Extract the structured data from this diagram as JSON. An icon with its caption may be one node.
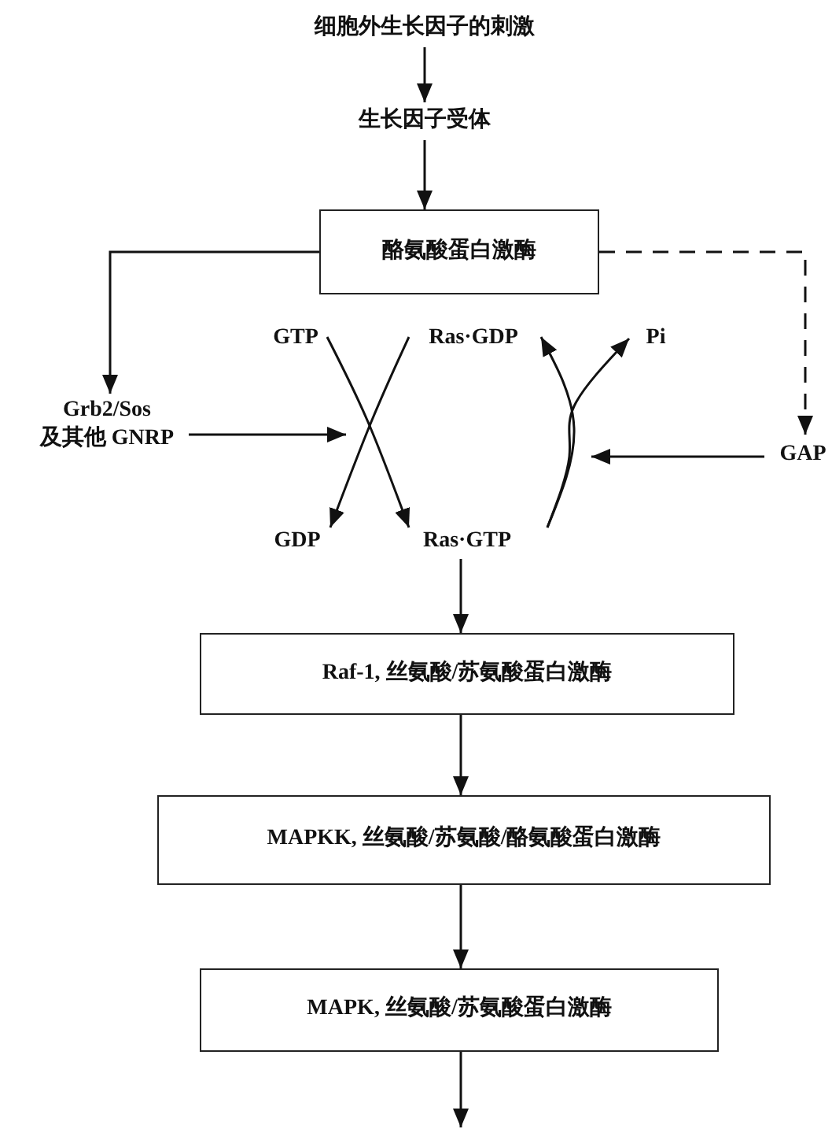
{
  "diagram": {
    "nodes": [
      {
        "text": [
          "细胞外生长因子的刺激"
        ]
      },
      {
        "text": [
          "生长因子受体"
        ]
      },
      {
        "text": [
          "酪氨酸蛋白激酶"
        ]
      },
      {
        "text": [
          "Grb2/Sos 及其他 GNRP"
        ]
      },
      {
        "text": [
          "GTP"
        ]
      },
      {
        "text": [
          "Ras·GDP"
        ]
      },
      {
        "text": [
          "Pi"
        ]
      },
      {
        "text": [
          "GAP"
        ]
      },
      {
        "text": [
          "GDP"
        ]
      },
      {
        "text": [
          "Ras·GTP"
        ]
      },
      {
        "text": [
          "Raf-1, 丝氨酸/苏氨酸蛋白激酶"
        ]
      },
      {
        "text": [
          "MAPKK, 丝氨酸/苏氨酸/酪氨酸蛋白激酶"
        ]
      },
      {
        "text": [
          "MAPK, 丝氨酸/苏氨酸蛋白激酶"
        ]
      }
    ],
    "edges": [
      {
        "from": 0,
        "to": 1,
        "arrow": "to"
      },
      {
        "from": 1,
        "to": 2,
        "arrow": "to"
      },
      {
        "from": 2,
        "to": 3,
        "arrow": "to"
      },
      {
        "from": 2,
        "to": 7,
        "arrow": "to",
        "style": "dashed"
      },
      {
        "from": 4,
        "to": 9,
        "arrow": "to"
      },
      {
        "from": 5,
        "to": 8,
        "arrow": "to"
      },
      {
        "from": 3,
        "to": null,
        "arrow": "to"
      },
      {
        "from": 9,
        "to": 5,
        "arrow": "to"
      },
      {
        "from": 9,
        "to": 6,
        "arrow": "to"
      },
      {
        "from": 7,
        "to": null,
        "arrow": "to"
      },
      {
        "from": 9,
        "to": 10,
        "arrow": "to"
      },
      {
        "from": 10,
        "to": 11,
        "arrow": "to"
      },
      {
        "from": 11,
        "to": 12,
        "arrow": "to"
      },
      {
        "from": 12,
        "to": null,
        "arrow": "to"
      }
    ]
  }
}
